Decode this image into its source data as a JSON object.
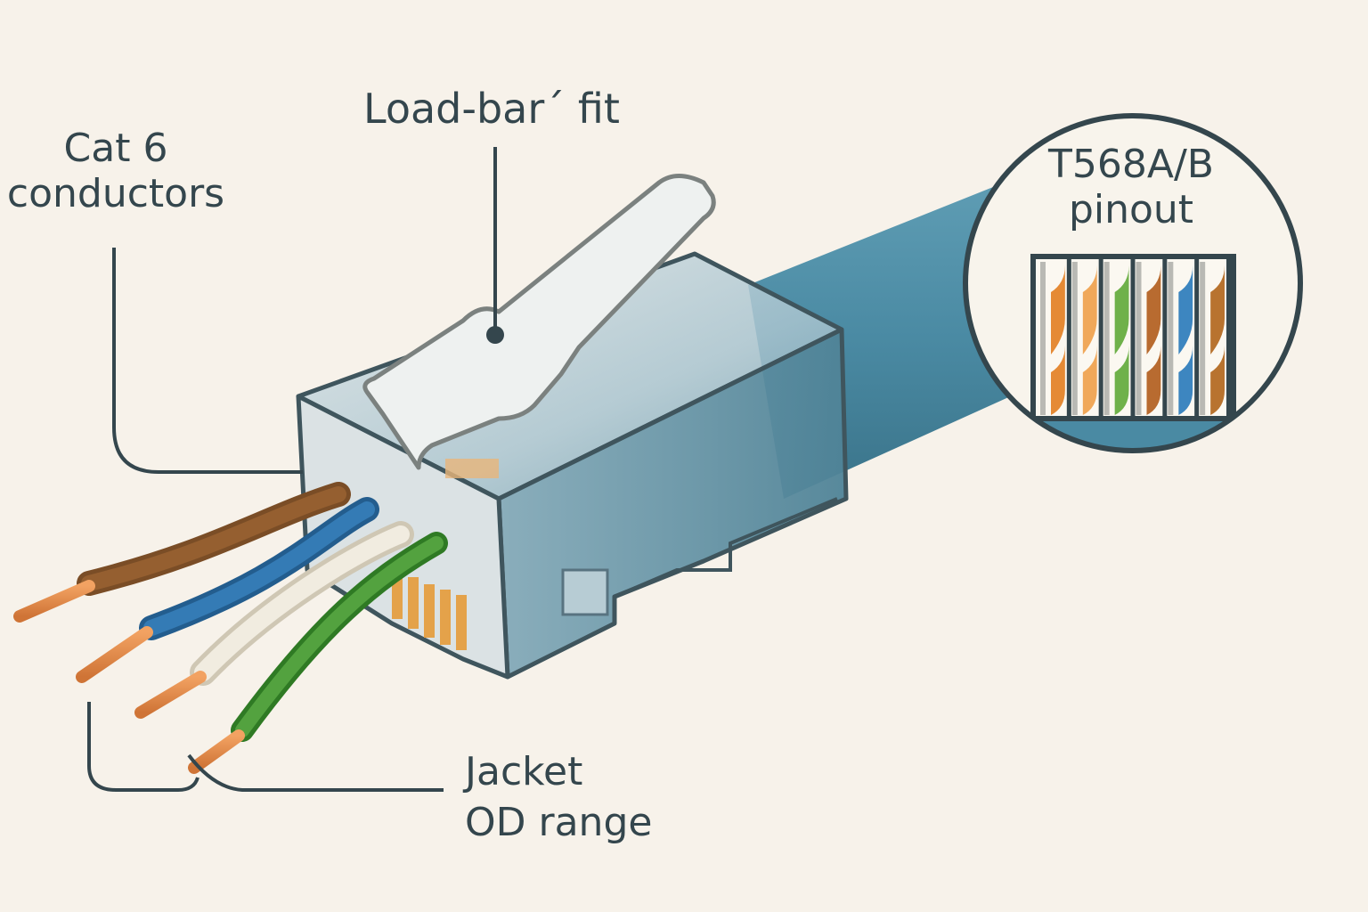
{
  "title": "RJ45 Cat 6 pass-through connector diagram",
  "labels": {
    "load_bar": "Load-bar´ fit",
    "cat6_line1": "Cat 6",
    "cat6_line2": "conductors",
    "pinout_line1": "T568A/B",
    "pinout_line2": "pinout",
    "jacket_line1": "Jacket",
    "jacket_line2": "OD range"
  },
  "conductors": [
    {
      "name": "brown",
      "color": "#8a5a2e"
    },
    {
      "name": "blue",
      "color": "#2f6fa8"
    },
    {
      "name": "white",
      "color": "#ece6d8"
    },
    {
      "name": "green",
      "color": "#4b9a3a"
    }
  ],
  "pinout_stripes": [
    {
      "name": "orange-white",
      "color": "#e58a35"
    },
    {
      "name": "light-orange-white",
      "color": "#f0a85a"
    },
    {
      "name": "green-white",
      "color": "#6fb14a"
    },
    {
      "name": "brown-white",
      "color": "#b86b30"
    },
    {
      "name": "blue-white",
      "color": "#3d86c0"
    },
    {
      "name": "brown-white-2",
      "color": "#b8732f"
    }
  ],
  "colors": {
    "background": "#f7f2ea",
    "ink": "#34464d",
    "cable_jacket": "#4a8aa3",
    "copper": "#e0894a"
  }
}
